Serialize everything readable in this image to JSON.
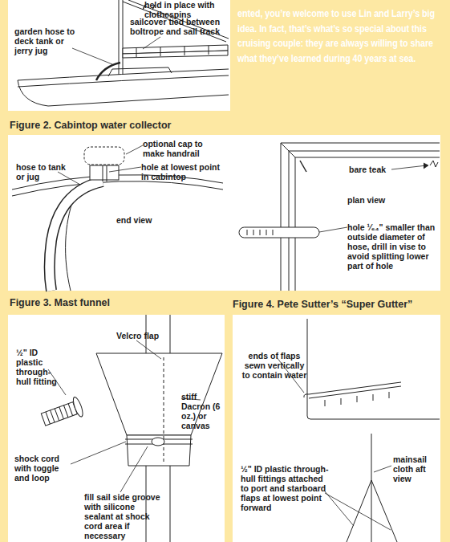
{
  "diagram": {
    "labels": [
      "held in place with clothespins",
      "sailcover tied between boltrope and sail track",
      "garden hose to deck tank or jerry jug",
      "ented, you’re welcome to use Lin and Larry’s big idea. In fact, that’s what’s so special about this cruising couple: they are always willing to share what they’ve learned during 40 years at sea.",
      "Figure 2. Cabintop water collector",
      "optional cap to make handrail",
      "hose to tank or jug",
      "hole at lowest point in cabintop",
      "end view",
      "bare teak",
      "plan view",
      "hole ¹⁄₆₄\" smaller than outside diameter of hose, drill in vise to avoid splitting lower part of hole",
      "Figure 3. Mast funnel",
      "Figure 4. Pete Sutter’s “Super Gutter”",
      "Velcro flap",
      "½\" ID plastic through-hull fitting",
      "stiff Dacron (6 oz.) or canvas",
      "shock cord with toggle and loop",
      "fill sail side groove with silicone sealant at shock cord area if necessary",
      "ends of flaps sewn vertically to contain water",
      "½\" ID plastic through-hull fittings attached to port and starboard flaps at lowest point forward",
      "mainsail cloth aft view"
    ]
  }
}
